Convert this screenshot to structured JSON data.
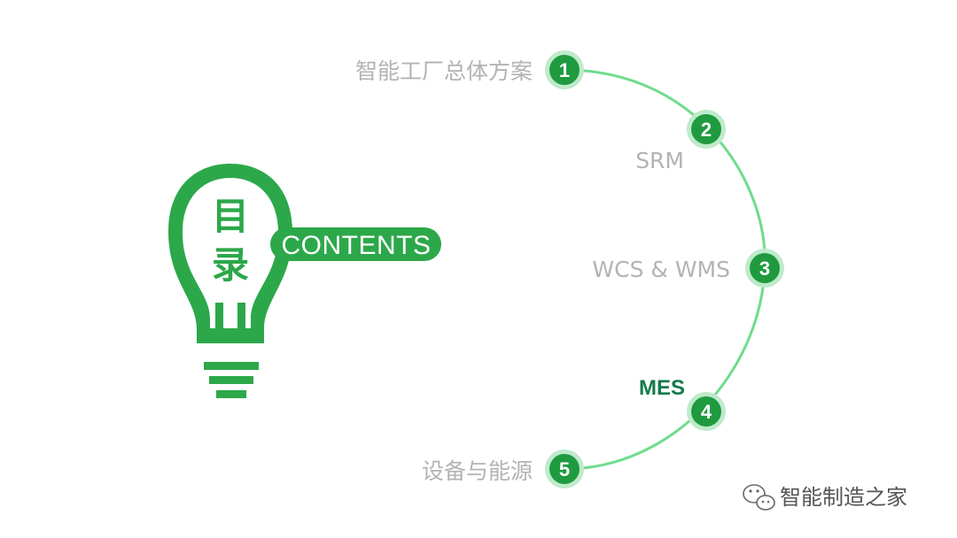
{
  "bulb": {
    "chars": [
      "目",
      "录"
    ],
    "banner": "CONTENTS"
  },
  "items": [
    {
      "num": "1",
      "label": "智能工厂总体方案",
      "active": false
    },
    {
      "num": "2",
      "label": "SRM",
      "active": false
    },
    {
      "num": "3",
      "label": "WCS & WMS",
      "active": false
    },
    {
      "num": "4",
      "label": "MES",
      "active": true
    },
    {
      "num": "5",
      "label": "设备与能源",
      "active": false
    }
  ],
  "watermark": {
    "text": "智能制造之家",
    "icon": "wechat-icon"
  },
  "colors": {
    "bulb_green": "#2ca84a",
    "arc_green": "#6fdc8c",
    "node_green": "#1f9a3f",
    "label_gray": "#b3b3b3",
    "active_label": "#157a4e"
  }
}
